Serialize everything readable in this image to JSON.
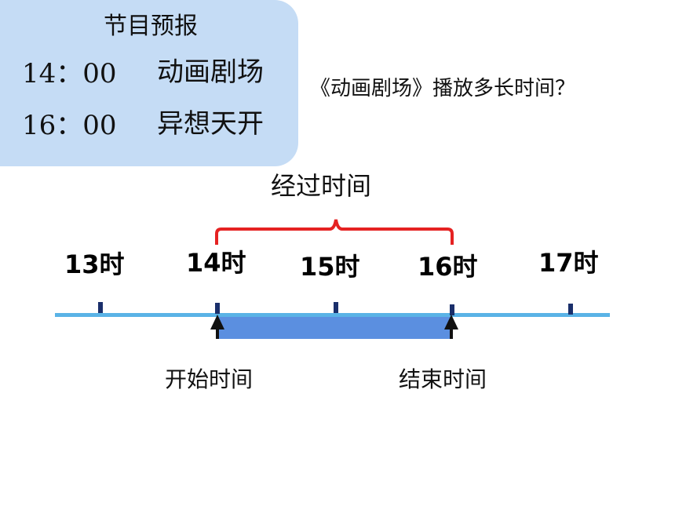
{
  "schedule": {
    "title": "节目预报",
    "rows": [
      {
        "time": "14：00",
        "show": "动画剧场"
      },
      {
        "time": "16：00",
        "show": "异想天开"
      }
    ]
  },
  "question": "《动画剧场》播放多长时间？",
  "timeline": {
    "elapsed_label": "经过时间",
    "hours": [
      "13时",
      "14时",
      "15时",
      "16时",
      "17时"
    ],
    "start_caption": "开始时间",
    "end_caption": "结束时间"
  },
  "colors": {
    "card": "#c5dcf5",
    "line": "#5ab3e6",
    "bar": "#5b8fe0",
    "brace": "#e52222",
    "tick": "#1a2f6b"
  }
}
